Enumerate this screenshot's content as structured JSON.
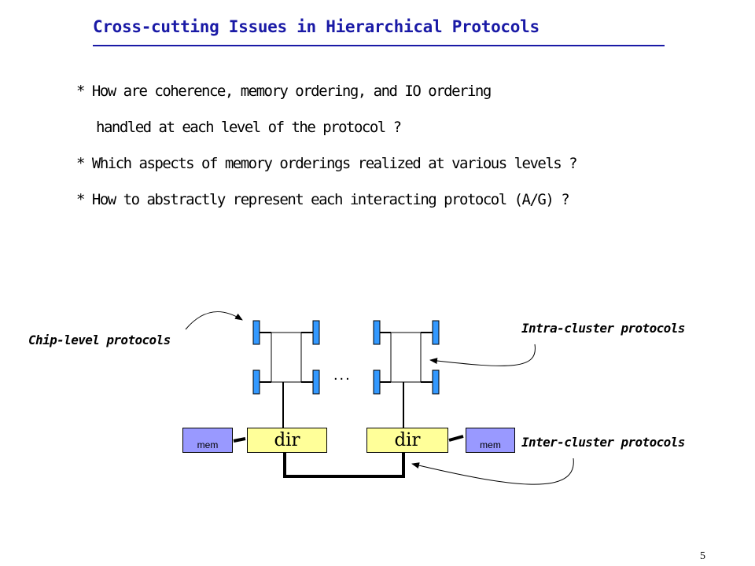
{
  "slide": {
    "title": "Cross-cutting Issues in Hierarchical Protocols",
    "bullets": [
      "* How are coherence, memory ordering, and IO ordering",
      "handled at each level of the protocol ?",
      "* Which aspects of memory orderings realized at various levels ?",
      "* How to abstractly represent each interacting protocol (A/G) ?"
    ],
    "page_number": "5"
  },
  "diagram": {
    "labels": {
      "chip_level": "Chip-level protocols",
      "intra_cluster": "Intra-cluster protocols",
      "inter_cluster": "Inter-cluster protocols"
    },
    "dir_label": "dir",
    "mem_label": "mem",
    "ellipsis": "...",
    "colors": {
      "title": "#1a1aa6",
      "processor": "#3399ff",
      "dir_box": "#ffff99",
      "mem_box": "#9999ff"
    }
  }
}
